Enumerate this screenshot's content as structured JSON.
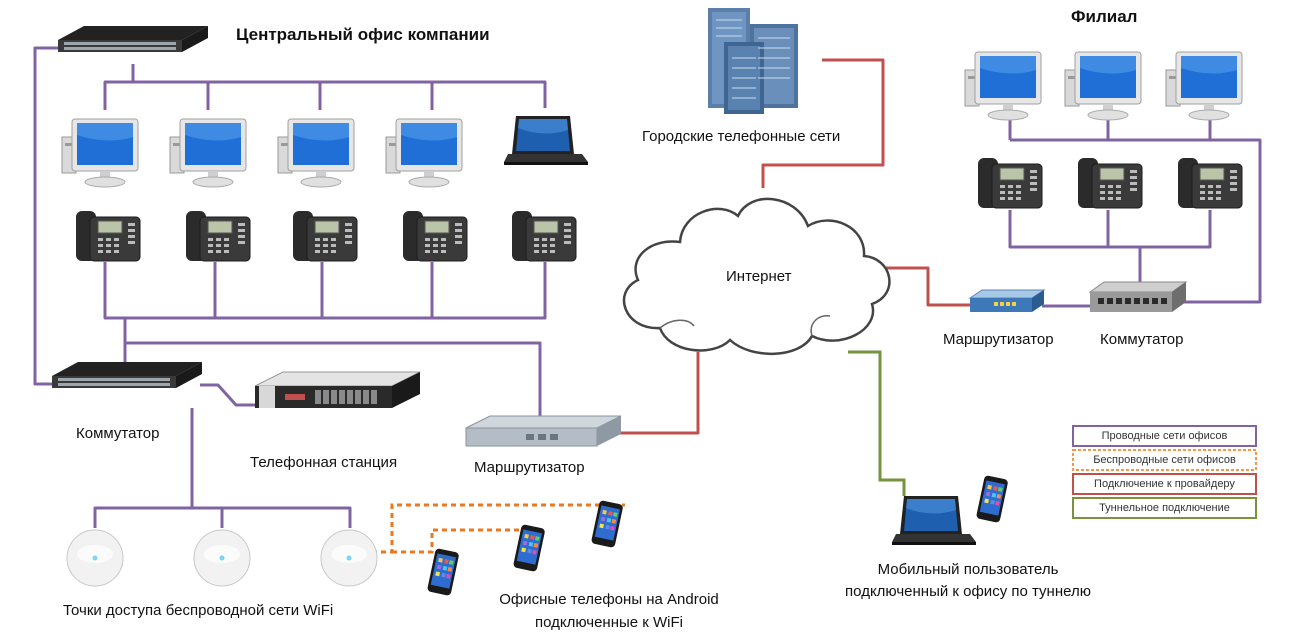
{
  "labels": {
    "central_office": "Центральный офис компании",
    "branch": "Филиал",
    "city_phone": "Городские телефонные сети",
    "internet": "Интернет",
    "main_switch": "Коммутатор",
    "pbx": "Телефонная станция",
    "main_router": "Маршрутизатор",
    "branch_router": "Маршрутизатор",
    "branch_switch": "Коммутатор",
    "wifi_ap": "Точки доступа беспроводной сети WiFi",
    "android_line1": "Офисные телефоны на Android",
    "android_line2": "подключенные к WiFi",
    "mobile_line1": "Мобильный пользователь",
    "mobile_line2": "подключенный к офису по туннелю"
  },
  "legend": [
    {
      "label": "Проводные сети офисов",
      "color": "#8064a2",
      "style": "solid"
    },
    {
      "label": "Беспроводные сети офисов",
      "color": "#f79646",
      "style": "dashed"
    },
    {
      "label": "Подключение к провайдеру",
      "color": "#c0504d",
      "style": "solid"
    },
    {
      "label": "Туннельное подключение",
      "color": "#77933c",
      "style": "solid"
    }
  ],
  "colors": {
    "wired": "#8064a2",
    "wireless": "#e9781e",
    "provider": "#c0504d",
    "tunnel": "#77933c"
  },
  "icons": {
    "workstation": "desktop-pc-icon",
    "ip_phone": "ip-phone-icon",
    "laptop": "laptop-icon",
    "smartphone": "smartphone-icon",
    "switch": "network-switch-icon",
    "router": "router-icon",
    "pbx": "rack-server-icon",
    "access_point": "wifi-access-point-icon",
    "datacenter": "datacenter-building-icon",
    "cloud": "internet-cloud-icon"
  }
}
